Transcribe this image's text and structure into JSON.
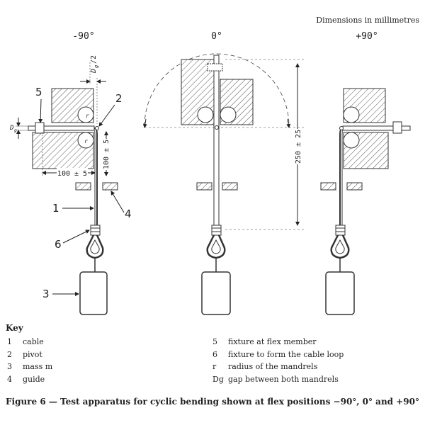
{
  "units_note": "Dimensions in millimetres",
  "positions": {
    "left": "-90°",
    "center": "0°",
    "right": "+90°"
  },
  "dimensions": {
    "dg_label": "D",
    "dg_sub": "g",
    "half_dg": "2",
    "horizontal": "100 ± 5",
    "vertical": "100 ± 5",
    "height": "250 ± 25"
  },
  "callouts": [
    "1",
    "2",
    "3",
    "4",
    "5",
    "6"
  ],
  "key": {
    "title": "Key",
    "left": [
      {
        "sym": "1",
        "desc": "cable"
      },
      {
        "sym": "2",
        "desc": "pivot"
      },
      {
        "sym": "3",
        "desc": "mass m"
      },
      {
        "sym": "4",
        "desc": "guide"
      }
    ],
    "right": [
      {
        "sym": "5",
        "desc": "fixture at flex member"
      },
      {
        "sym": "6",
        "desc": "fixture to form the cable loop"
      },
      {
        "sym": "r",
        "desc": "radius of the mandrels"
      },
      {
        "sym": "Dg",
        "desc": "gap between both mandrels"
      }
    ]
  },
  "caption": "Figure 6 — Test apparatus for cyclic bending shown at flex positions −90°, 0° and +90°"
}
